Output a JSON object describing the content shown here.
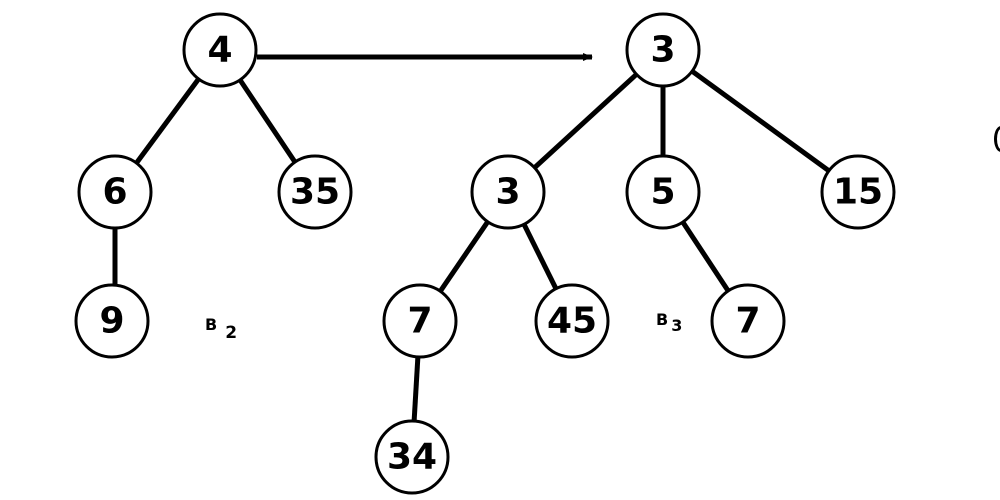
{
  "trees": [
    {
      "id": "B2",
      "label_base": "B",
      "label_sub": "2",
      "nodes": [
        {
          "id": "b2_root",
          "value": "4"
        },
        {
          "id": "b2_l",
          "value": "6"
        },
        {
          "id": "b2_r",
          "value": "35"
        },
        {
          "id": "b2_ll",
          "value": "9"
        }
      ],
      "edges": [
        [
          "b2_root",
          "b2_l"
        ],
        [
          "b2_root",
          "b2_r"
        ],
        [
          "b2_l",
          "b2_ll"
        ]
      ]
    },
    {
      "id": "B3",
      "label_base": "B",
      "label_sub": "3",
      "nodes": [
        {
          "id": "b3_root",
          "value": "3"
        },
        {
          "id": "b3_a",
          "value": "3"
        },
        {
          "id": "b3_b",
          "value": "5"
        },
        {
          "id": "b3_c",
          "value": "15"
        },
        {
          "id": "b3_aa",
          "value": "7"
        },
        {
          "id": "b3_ab",
          "value": "45"
        },
        {
          "id": "b3_ba",
          "value": "7"
        },
        {
          "id": "b3_aaa",
          "value": "34"
        }
      ],
      "edges": [
        [
          "b3_root",
          "b3_a"
        ],
        [
          "b3_root",
          "b3_b"
        ],
        [
          "b3_root",
          "b3_c"
        ],
        [
          "b3_a",
          "b3_aa"
        ],
        [
          "b3_a",
          "b3_ab"
        ],
        [
          "b3_b",
          "b3_ba"
        ],
        [
          "b3_aa",
          "b3_aaa"
        ]
      ]
    }
  ],
  "link": {
    "from": "b2_root",
    "to": "b3_root",
    "style": "arrow"
  },
  "colors": {
    "stroke": "#000000",
    "node_fill": "#ffffff",
    "background": "#ffffff"
  }
}
